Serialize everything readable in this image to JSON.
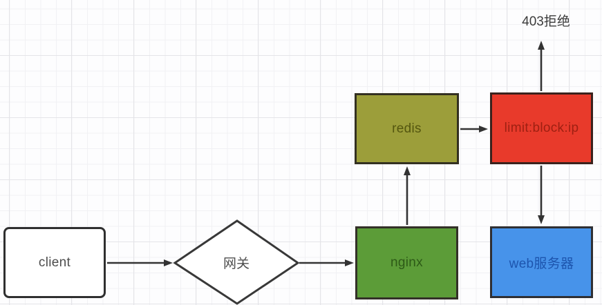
{
  "canvas": {
    "background": "#fdfdfe",
    "grid_minor_color": "#f1f1f4",
    "grid_major_color": "#e4e4e8"
  },
  "arrow_color": "#333333",
  "nodes": [
    {
      "id": "client",
      "label": "client",
      "shape": "rectangle",
      "fill": "#ffffff",
      "border_color": "#2f2f2f",
      "text_color": "#4d4d4d"
    },
    {
      "id": "gateway",
      "label": "网关",
      "shape": "diamond",
      "fill": "#ffffff",
      "border_color": "#383838",
      "text_color": "#4d4d4d"
    },
    {
      "id": "nginx",
      "label": "nginx",
      "shape": "rectangle",
      "fill": "#5c9c38",
      "border_color": "#333028",
      "text_color": "#2d5a17"
    },
    {
      "id": "redis",
      "label": "redis",
      "shape": "rectangle",
      "fill": "#9c9e3a",
      "border_color": "#333021",
      "text_color": "#54560f"
    },
    {
      "id": "limit-block-ip",
      "label": "limit:block:ip",
      "shape": "rectangle",
      "fill": "#e83a2b",
      "border_color": "#3a221d",
      "text_color": "#9e2012"
    },
    {
      "id": "web-server",
      "label": "web服务器",
      "shape": "rectangle",
      "fill": "#4793ea",
      "border_color": "#2f2f33",
      "text_color": "#1d55ae"
    }
  ],
  "labels": [
    {
      "id": "reject-403",
      "text": "403拒绝",
      "color": "#3b3b3b"
    }
  ],
  "edges": [
    {
      "from": "client",
      "to": "gateway",
      "direction": "right"
    },
    {
      "from": "gateway",
      "to": "nginx",
      "direction": "right"
    },
    {
      "from": "nginx",
      "to": "redis",
      "direction": "up"
    },
    {
      "from": "redis",
      "to": "limit-block-ip",
      "direction": "right"
    },
    {
      "from": "limit-block-ip",
      "to": "reject-403",
      "direction": "up"
    },
    {
      "from": "limit-block-ip",
      "to": "web-server",
      "direction": "down"
    }
  ]
}
